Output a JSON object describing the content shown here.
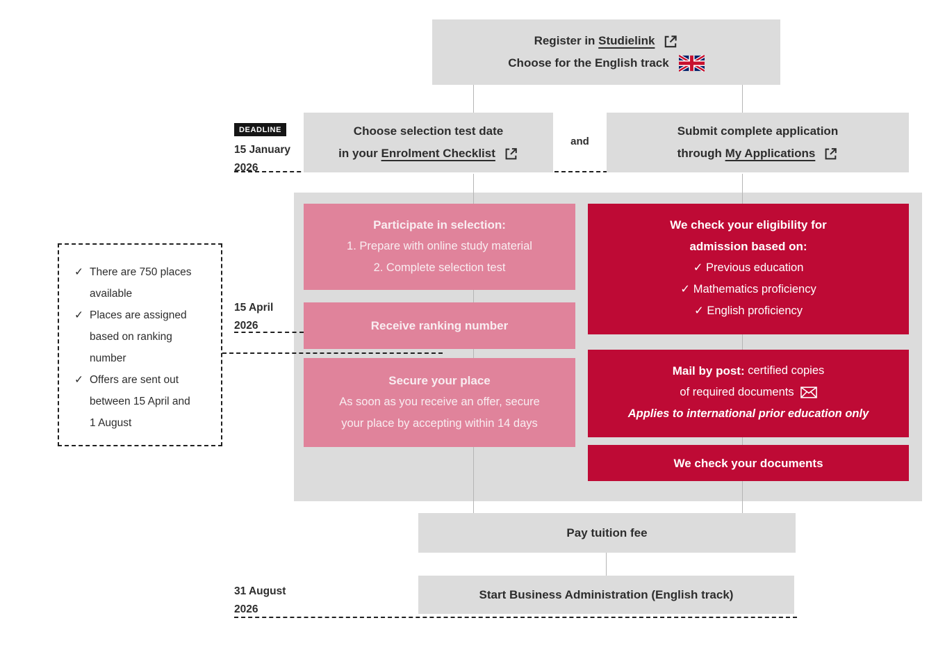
{
  "colors": {
    "box_gray": "#dcdcdc",
    "pink": "#e0839b",
    "red": "#be0a35",
    "text_dark": "#2d2d2d",
    "connector_gray": "#b5b5b5",
    "uk_blue": "#012169",
    "uk_red": "#C8102E"
  },
  "glyphs": {
    "check": "✓"
  },
  "top_box": {
    "line1_prefix": "Register in ",
    "line1_link": "Studielink",
    "line2": "Choose for the English track"
  },
  "deadline": {
    "badge": "DEADLINE",
    "date": [
      "15 January",
      "2026"
    ]
  },
  "step2": {
    "left": {
      "line1": "Choose selection test date",
      "line2_prefix": "in your ",
      "line2_link": "Enrolment Checklist"
    },
    "connector": "and",
    "right": {
      "line1": "Submit complete application",
      "line2_prefix": "through ",
      "line2_link": "My Applications"
    }
  },
  "info_box": {
    "items": [
      "There are 750 places available",
      "Places are assigned based on ranking number",
      "Offers are sent out between 15 April and 1 August"
    ]
  },
  "april": {
    "date": [
      "15 April",
      "2026"
    ]
  },
  "selection": {
    "participate_title": "Participate in selection:",
    "participate_lines": [
      "1. Prepare with online study material",
      "2. Complete selection test"
    ],
    "ranking_title": "Receive ranking number",
    "secure_title": "Secure your place",
    "secure_lines": [
      "As soon as you receive an offer, secure",
      "your place by accepting within 14 days"
    ]
  },
  "checks": {
    "eligibility_title": [
      "We check your eligibility for",
      "admission based on:"
    ],
    "eligibility_items": [
      "Previous education",
      "Mathematics proficiency",
      "English proficiency"
    ],
    "mail_bold": "Mail by post:",
    "mail_rest": " certified copies",
    "mail_line2": "of required documents",
    "mail_italic": "Applies to international prior education only",
    "documents_title": "We check your documents"
  },
  "bottom": {
    "pay": "Pay tuition fee",
    "start": "Start Business Administration (English track)",
    "start_date": [
      "31 August",
      "2026"
    ]
  },
  "icons": {
    "external_link": "external-link-icon",
    "uk_flag": "uk-flag-icon",
    "envelope": "envelope-icon"
  }
}
